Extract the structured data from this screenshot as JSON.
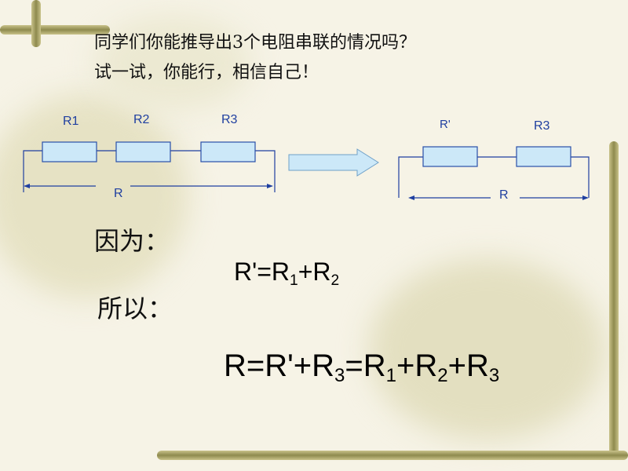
{
  "heading": {
    "line1": "同学们你能推导出3个电阻串联的情况吗？",
    "line2": "试一试，你能行，相信自己！"
  },
  "circuit_left": {
    "r1": "R1",
    "r2": "R2",
    "r3": "R3",
    "total": "R"
  },
  "circuit_right": {
    "r_prime": "R'",
    "r3": "R3",
    "total": "R"
  },
  "because_label": "因为：",
  "equation1": {
    "lhs": "R'=R",
    "s1": "1",
    "plus": "+R",
    "s2": "2"
  },
  "therefore_label": "所以：",
  "equation2": {
    "a": "R=R'+R",
    "s3": "3",
    "b": "=R",
    "s1": "1",
    "c": "+R",
    "s2": "2",
    "d": "+R",
    "s3b": "3"
  },
  "colors": {
    "wire": "#1f3fa0",
    "resistor_fill": "#cce8f8",
    "resistor_border": "#2a4fa8"
  }
}
